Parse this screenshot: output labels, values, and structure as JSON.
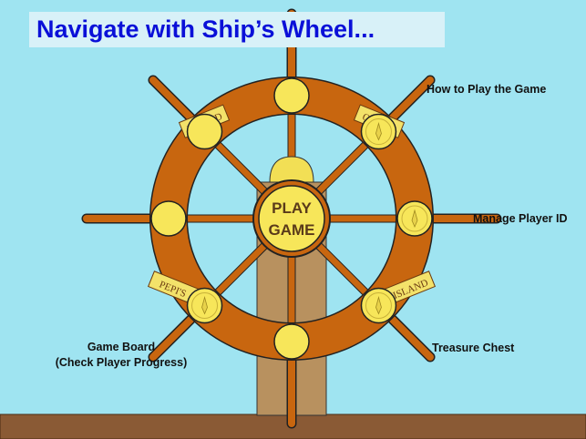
{
  "title": "Navigate with Ship’s Wheel...",
  "hub": {
    "line1": "PLAY",
    "line2": "GAME"
  },
  "plaques": [
    "ISLAND",
    "QUEEN",
    "PEPI'S",
    "ISLAND"
  ],
  "menu": {
    "how_to_play": "How to Play the Game",
    "manage_player": "Manage Player ID",
    "treasure_chest": "Treasure Chest",
    "game_board_line1": "Game Board",
    "game_board_line2": "(Check Player Progress)"
  },
  "colors": {
    "sky": "#9fe4f1",
    "wood": "#c8660f",
    "gold": "#f7e65a",
    "ground": "#8a5a35",
    "post": "#b8915f",
    "title": "#0a10d8"
  }
}
